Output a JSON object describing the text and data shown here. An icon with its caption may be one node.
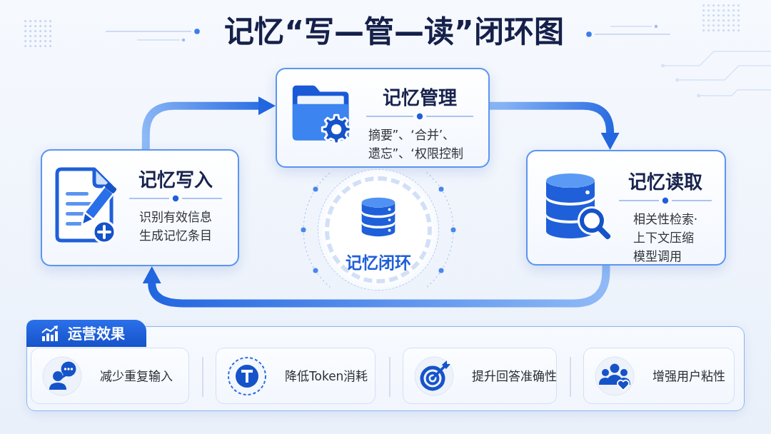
{
  "diagram": {
    "title": "记忆“写—管—读”闭环图",
    "nodes": [
      {
        "text": [
          "记忆管理",
          "摘要”、‘合并’、遗忘”、‘权限控制"
        ]
      },
      {
        "text": [
          "记忆写入",
          "识别有效信息",
          "生成记忆条目"
        ]
      },
      {
        "text": [
          "记忆读取",
          "相关性检索·",
          "上下文压缩",
          "模型调用"
        ]
      },
      {
        "text": [
          "记忆闭环"
        ]
      },
      {
        "text": [
          "运营效果"
        ]
      },
      {
        "text": [
          "减少重复输入"
        ],
        "in": 4
      },
      {
        "text": [
          "降低Token消耗"
        ],
        "in": 4
      },
      {
        "text": [
          "提升回答准确性"
        ],
        "in": 4
      },
      {
        "text": [
          "增强用户粘性"
        ],
        "in": 4
      }
    ],
    "edges": [
      {
        "from": 1,
        "to": 0,
        "arrow": "to"
      },
      {
        "from": 0,
        "to": 2,
        "arrow": "to"
      },
      {
        "from": 2,
        "to": 1,
        "arrow": "to"
      }
    ]
  }
}
